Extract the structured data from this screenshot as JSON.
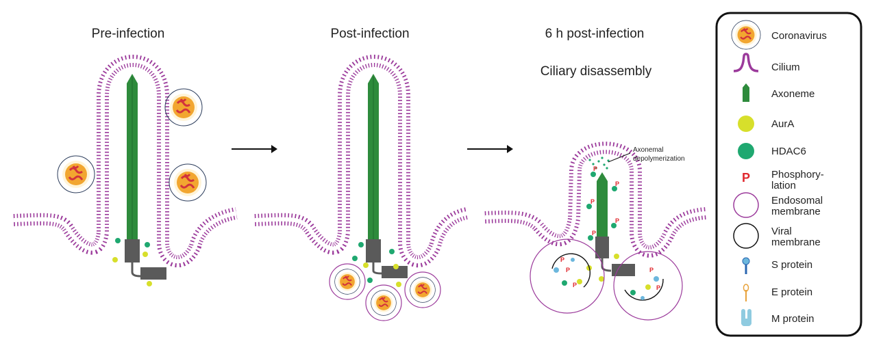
{
  "panels": {
    "pre": {
      "title": "Pre-infection"
    },
    "post": {
      "title": "Post-infection"
    },
    "late": {
      "title": "6 h post-infection",
      "subtitle": "Ciliary disassembly",
      "annotation_line1": "Axonemal",
      "annotation_line2": "depolymerization"
    }
  },
  "legend": {
    "items": [
      {
        "lines": [
          "Coronavirus"
        ],
        "icon": "coronavirus-icon"
      },
      {
        "lines": [
          "Cilium"
        ],
        "icon": "cilium-icon"
      },
      {
        "lines": [
          "Axoneme"
        ],
        "icon": "axoneme-icon"
      },
      {
        "lines": [
          "AurA"
        ],
        "icon": "aura-icon"
      },
      {
        "lines": [
          "HDAC6"
        ],
        "icon": "hdac6-icon"
      },
      {
        "lines": [
          "Phosphory-",
          "lation"
        ],
        "icon": "phosphorylation-icon"
      },
      {
        "lines": [
          "Endosomal",
          "membrane"
        ],
        "icon": "endosomal-membrane-icon"
      },
      {
        "lines": [
          "Viral",
          "membrane"
        ],
        "icon": "viral-membrane-icon"
      },
      {
        "lines": [
          "S protein"
        ],
        "icon": "s-protein-icon"
      },
      {
        "lines": [
          "E protein"
        ],
        "icon": "e-protein-icon"
      },
      {
        "lines": [
          "M protein"
        ],
        "icon": "m-protein-icon"
      }
    ],
    "phospho_letter": "P"
  },
  "colors": {
    "membrane": "#9b3a9b",
    "axoneme": "#2e8b3c",
    "aura": "#d7df2b",
    "hdac6": "#1fa870",
    "phospho": "#e0282e",
    "basal": "#5a5a5a",
    "virus_core": "#f2a630",
    "virus_rna": "#d2323c",
    "spike": "#6cb7dd"
  }
}
